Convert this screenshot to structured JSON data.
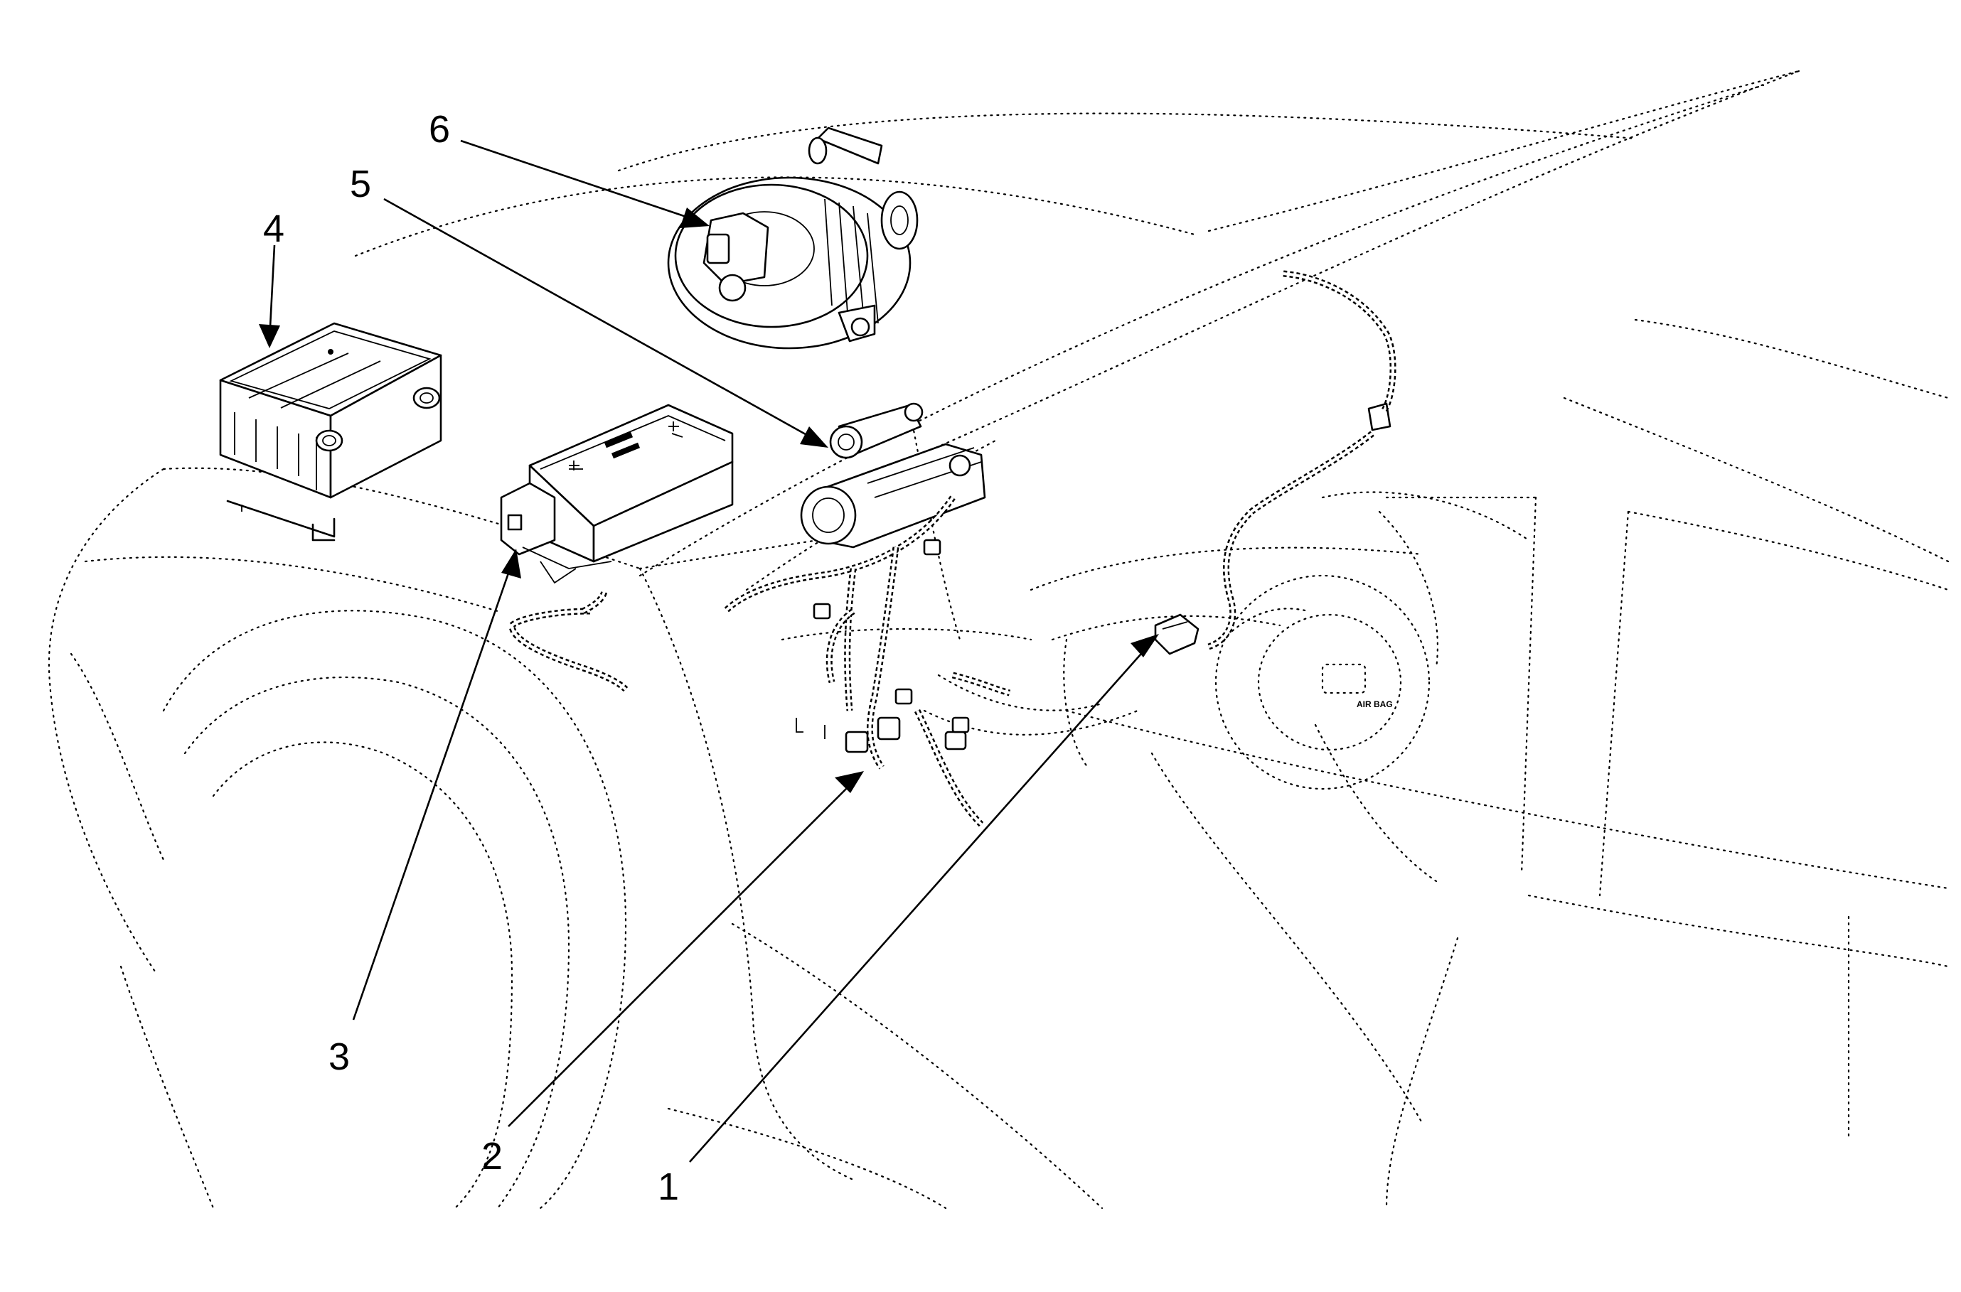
{
  "figure": {
    "callouts": [
      {
        "id": "1",
        "label": "1"
      },
      {
        "id": "2",
        "label": "2"
      },
      {
        "id": "3",
        "label": "3"
      },
      {
        "id": "4",
        "label": "4"
      },
      {
        "id": "5",
        "label": "5"
      },
      {
        "id": "6",
        "label": "6"
      }
    ],
    "steering_wheel_text": "AIR BAG"
  }
}
